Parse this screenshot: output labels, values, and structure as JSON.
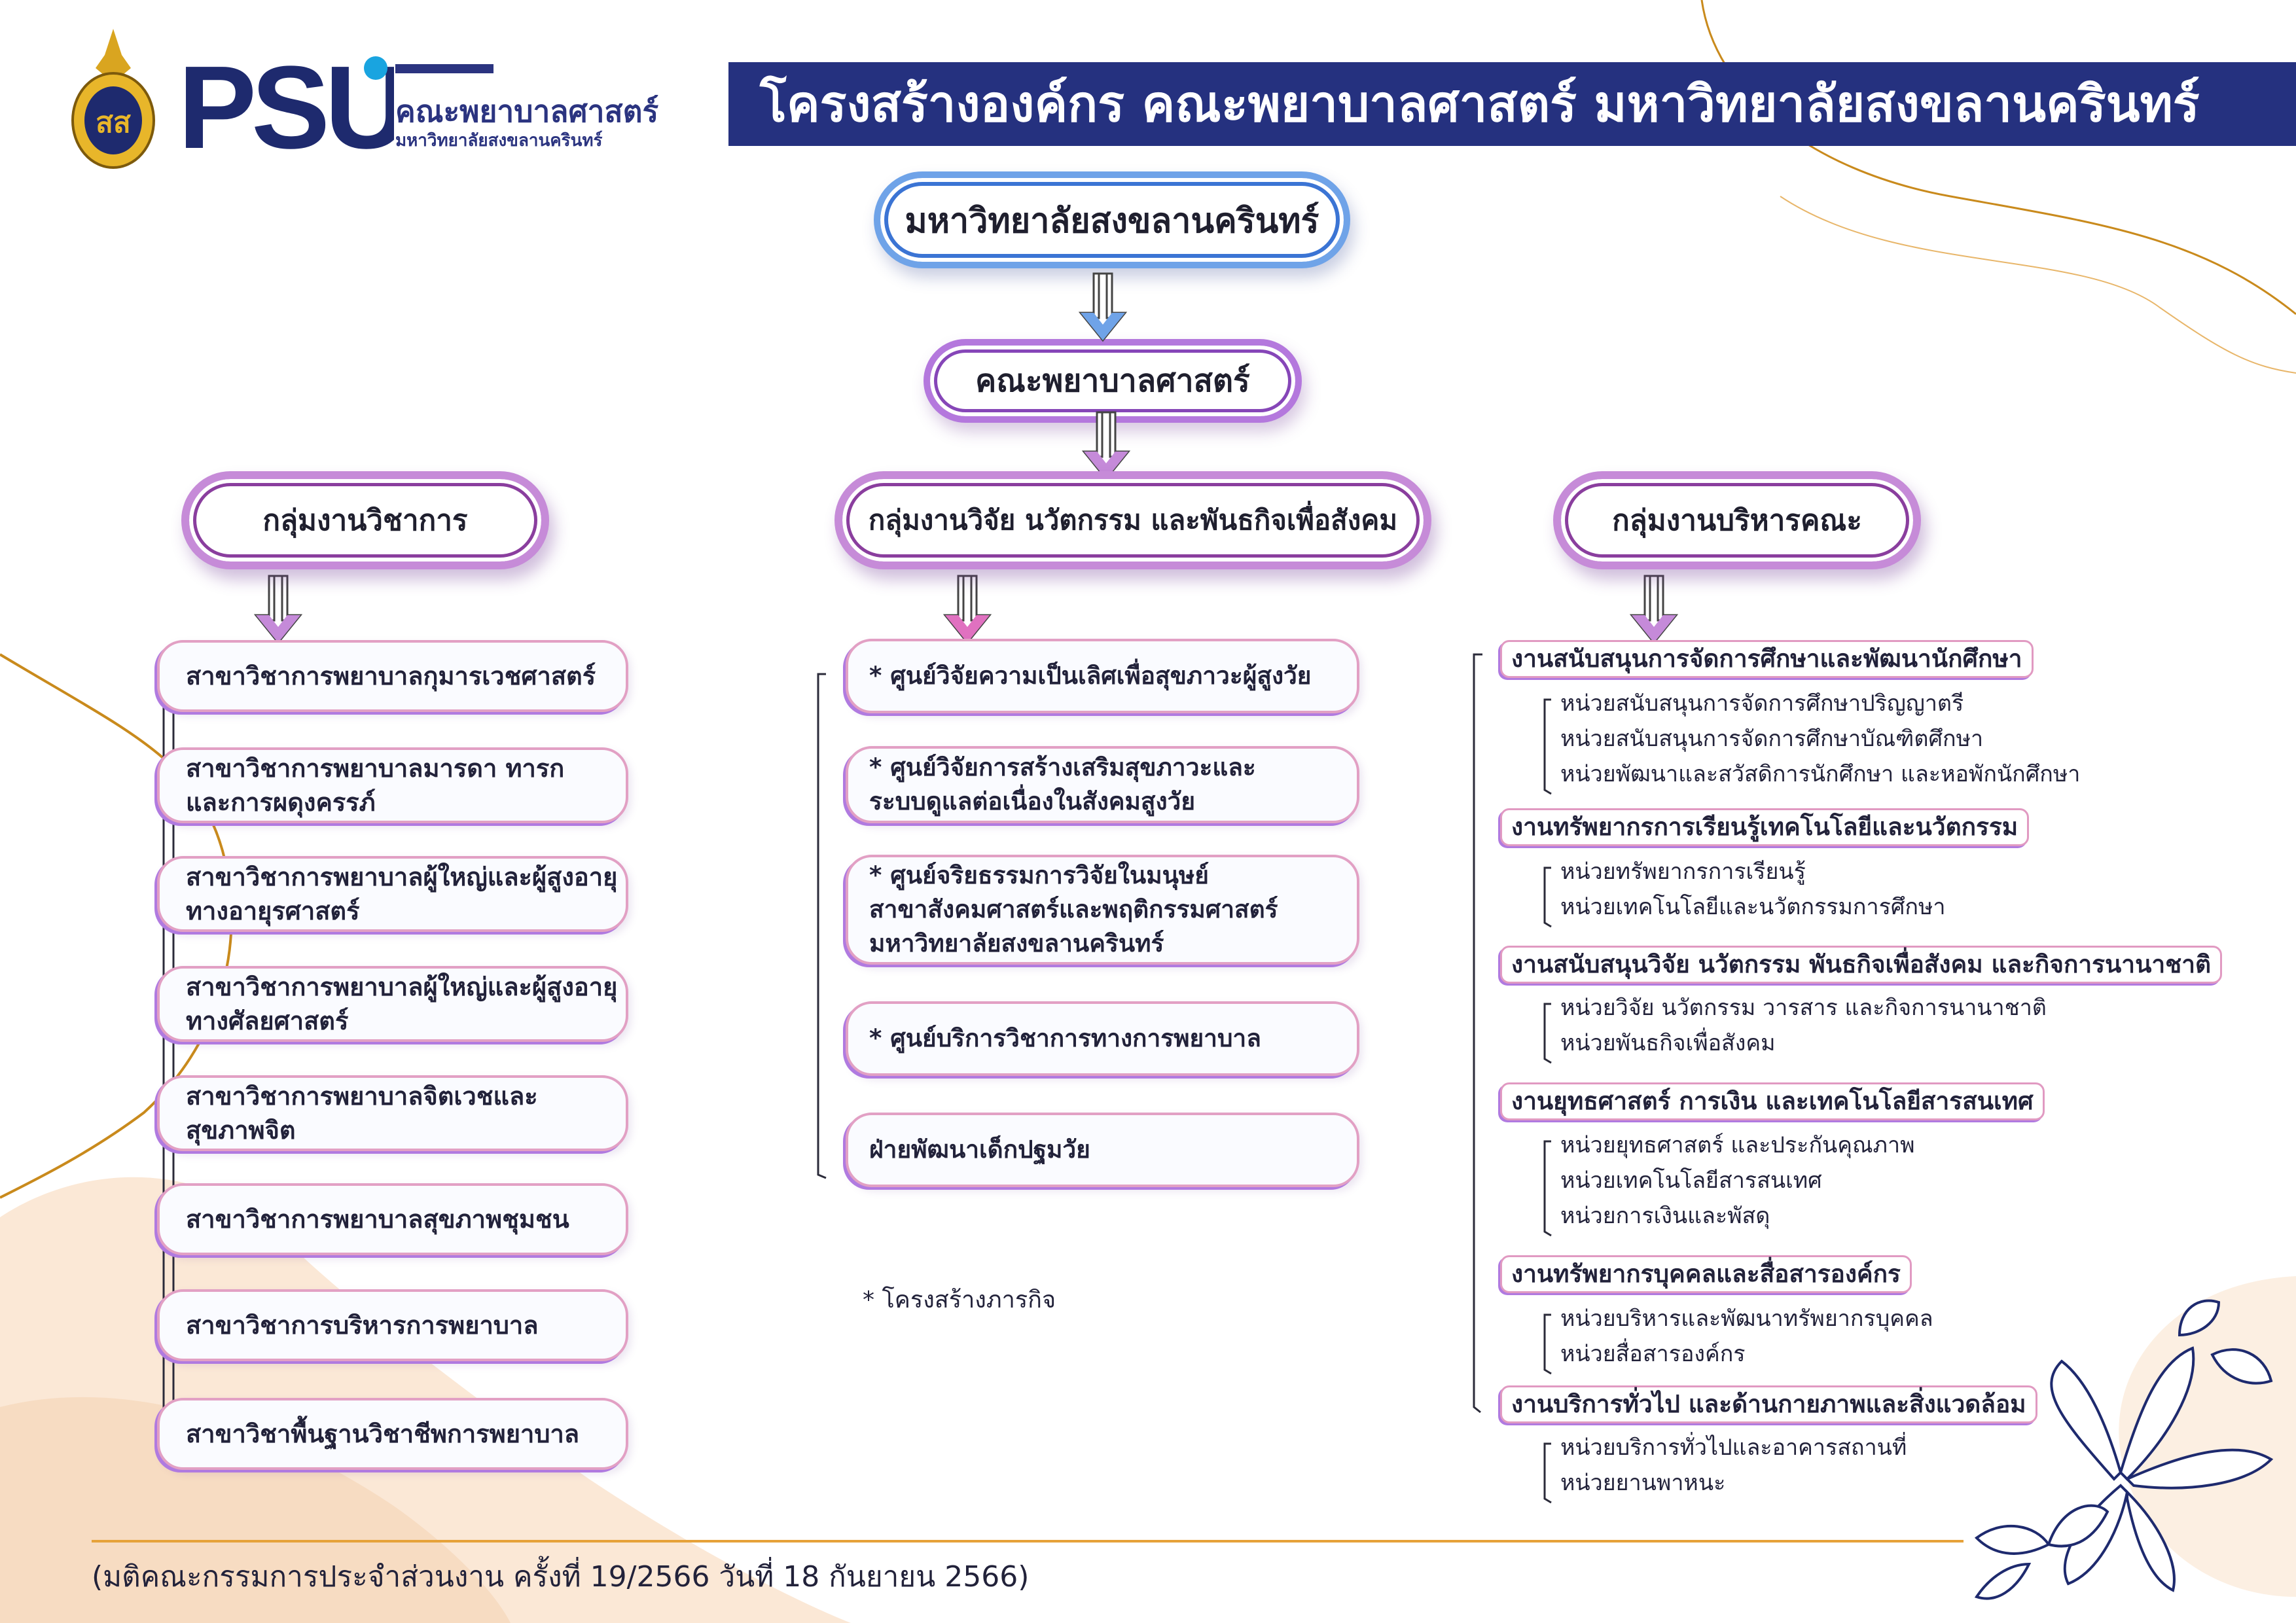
{
  "header": {
    "title": "โครงสร้างองค์กร คณะพยาบาลศาสตร์ มหาวิทยาลัยสงขลานครินทร์",
    "logo_text": "PSU",
    "faculty_name": "คณะพยาบาลศาสตร์",
    "university_subtitle": "มหาวิทยาลัยสงขลานครินทร์"
  },
  "top": {
    "university": "มหาวิทยาลัยสงขลานครินทร์",
    "faculty": "คณะพยาบาลศาสตร์"
  },
  "groups": {
    "academic": {
      "title": "กลุ่มงานวิชาการ",
      "items": [
        "สาขาวิชาการพยาบาลกุมารเวชศาสตร์",
        "สาขาวิชาการพยาบาลมารดา ทารก\nและการผดุงครรภ์",
        "สาขาวิชาการพยาบาลผู้ใหญ่และผู้สูงอายุ\nทางอายุรศาสตร์",
        "สาขาวิชาการพยาบาลผู้ใหญ่และผู้สูงอายุ\nทางศัลยศาสตร์",
        "สาขาวิชาการพยาบาลจิตเวชและ\nสุขภาพจิต",
        "สาขาวิชาการพยาบาลสุขภาพชุมชน",
        "สาขาวิชาการบริหารการพยาบาล",
        "สาขาวิชาพื้นฐานวิชาชีพการพยาบาล"
      ]
    },
    "research": {
      "title": "กลุ่มงานวิจัย นวัตกรรม และพันธกิจเพื่อสังคม",
      "items": [
        "* ศูนย์วิจัยความเป็นเลิศเพื่อสุขภาวะผู้สูงวัย",
        "* ศูนย์วิจัยการสร้างเสริมสุขภาวะและ\nระบบดูแลต่อเนื่องในสังคมสูงวัย",
        "* ศูนย์จริยธรรมการวิจัยในมนุษย์\nสาขาสังคมศาสตร์และพฤติกรรมศาสตร์\nมหาวิทยาลัยสงขลานครินทร์",
        "* ศูนย์บริการวิชาการทางการพยาบาล",
        "ฝ่ายพัฒนาเด็กปฐมวัย"
      ],
      "note": "* โครงสร้างภารกิจ"
    },
    "admin": {
      "title": "กลุ่มงานบริหารคณะ",
      "sections": [
        {
          "name": "งานสนับสนุนการจัดการศึกษาและพัฒนานักศึกษา",
          "units": [
            "หน่วยสนับสนุนการจัดการศึกษาปริญญาตรี",
            "หน่วยสนับสนุนการจัดการศึกษาบัณฑิตศึกษา",
            "หน่วยพัฒนาและสวัสดิการนักศึกษา และหอพักนักศึกษา"
          ]
        },
        {
          "name": "งานทรัพยากรการเรียนรู้เทคโนโลยีและนวัตกรรม",
          "units": [
            "หน่วยทรัพยากรการเรียนรู้",
            "หน่วยเทคโนโลยีและนวัตกรรมการศึกษา"
          ]
        },
        {
          "name": "งานสนับสนุนวิจัย นวัตกรรม พันธกิจเพื่อสังคม และกิจการนานาชาติ",
          "units": [
            "หน่วยวิจัย นวัตกรรม วารสาร และกิจการนานาชาติ",
            "หน่วยพันธกิจเพื่อสังคม"
          ]
        },
        {
          "name": "งานยุทธศาสตร์ การเงิน และเทคโนโลยีสารสนเทศ",
          "units": [
            "หน่วยยุทธศาสตร์ และประกันคุณภาพ",
            "หน่วยเทคโนโลยีสารสนเทศ",
            "หน่วยการเงินและพัสดุ"
          ]
        },
        {
          "name": "งานทรัพยากรบุคคลและสื่อสารองค์กร",
          "units": [
            "หน่วยบริหารและพัฒนาทรัพยากรบุคคล",
            "หน่วยสื่อสารองค์กร"
          ]
        },
        {
          "name": "งานบริการทั่วไป และด้านกายภาพและสิ่งแวดล้อม",
          "units": [
            "หน่วยบริการทั่วไปและอาคารสถานที่",
            "หน่วยยานพาหนะ"
          ]
        }
      ]
    }
  },
  "footer": "(มติคณะกรรมการประจำส่วนงาน ครั้งที่ 19/2566 วันที่ 18 กันยายน 2566)",
  "colors": {
    "title_bar": "#25317f",
    "university_border": "#3b74d4",
    "faculty_border": "#8646b8",
    "group_border": "#8a3e9e",
    "box_border": "#e2a0c4",
    "accent_gold": "#c98a1c"
  }
}
